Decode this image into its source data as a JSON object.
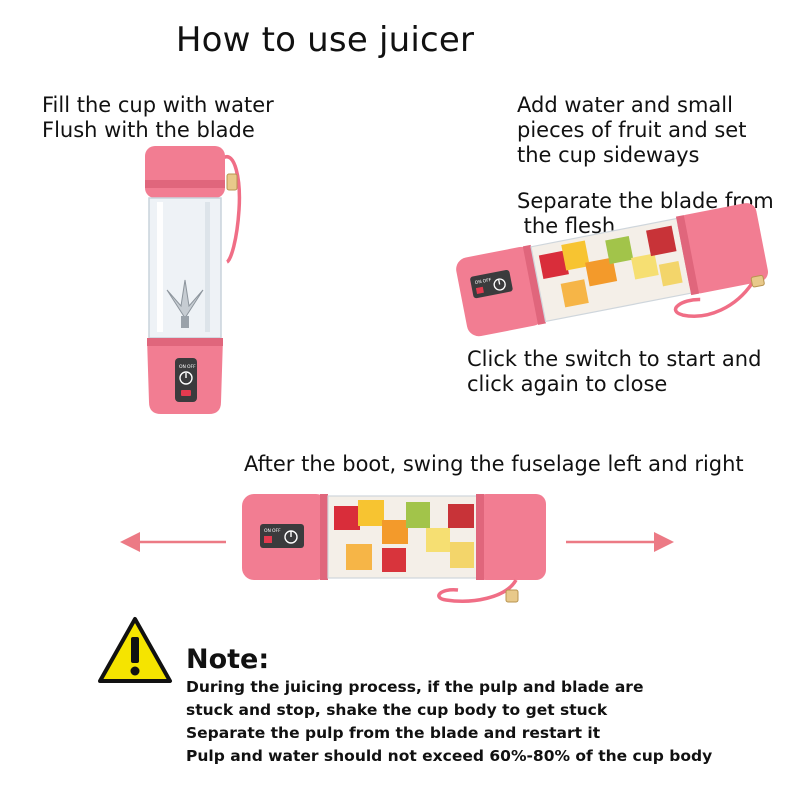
{
  "title": "How to use juicer",
  "steps": {
    "fill": {
      "line1": "Fill the cup with water",
      "line2": "Flush with the blade"
    },
    "add": {
      "line1": "Add water and small",
      "line2": "pieces of fruit and set",
      "line3": "the cup sideways"
    },
    "separate": {
      "line1": "Separate the blade from",
      "line2": " the flesh"
    },
    "click": {
      "line1": "Click the switch to start and",
      "line2": "click again to close"
    },
    "swing": {
      "text": "After the boot, swing the fuselage left and right"
    }
  },
  "switch_labels": {
    "on": "ON",
    "off": "OFF"
  },
  "note": {
    "title": "Note:",
    "lines": [
      "During the juicing process, if the pulp and blade are",
      "stuck and stop, shake the cup body to get stuck",
      "Separate the pulp from the blade and restart it",
      "Pulp and water should not exceed 60%-80% of the cup body"
    ]
  },
  "colors": {
    "body_pink": "#f27d92",
    "body_dark": "#e0667c",
    "arrow": "#ec7a85",
    "warning_yellow": "#f5e400",
    "strap": "#f06e86",
    "buckle": "#e8c98a"
  },
  "icons": [
    "warning-icon",
    "power-icon",
    "arrow-left-icon",
    "arrow-right-icon"
  ]
}
